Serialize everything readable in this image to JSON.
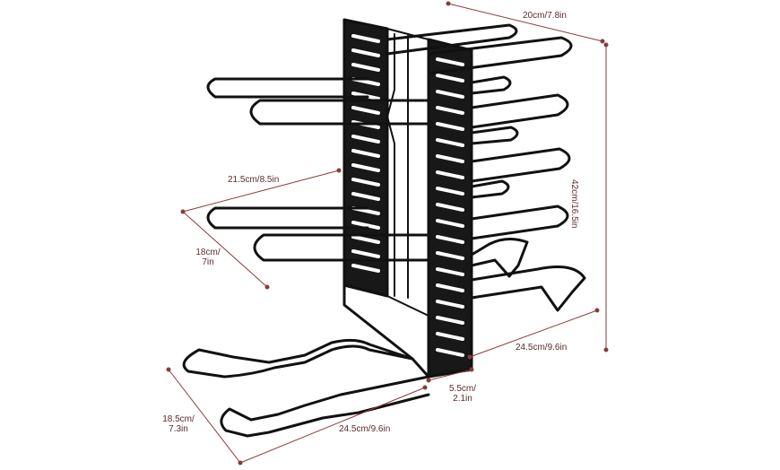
{
  "colors": {
    "rack": "#111111",
    "dimension_line": "#8a3a3a",
    "dimension_text": "#5c2a2a",
    "background": "#ffffff"
  },
  "dimensions": {
    "top_width": "20cm/7.8in",
    "height": "42cm/16.5in",
    "arm_length": "21.5cm/8.5in",
    "arm_depth_line1": "18cm/",
    "arm_depth_line2": "7in",
    "right_base_length": "24.5cm/9.6in",
    "post_width_line1": "5.5cm/",
    "post_width_line2": "2.1in",
    "base_length": "24.5cm/9.6in",
    "base_depth_line1": "18.5cm/",
    "base_depth_line2": "7.3in"
  }
}
